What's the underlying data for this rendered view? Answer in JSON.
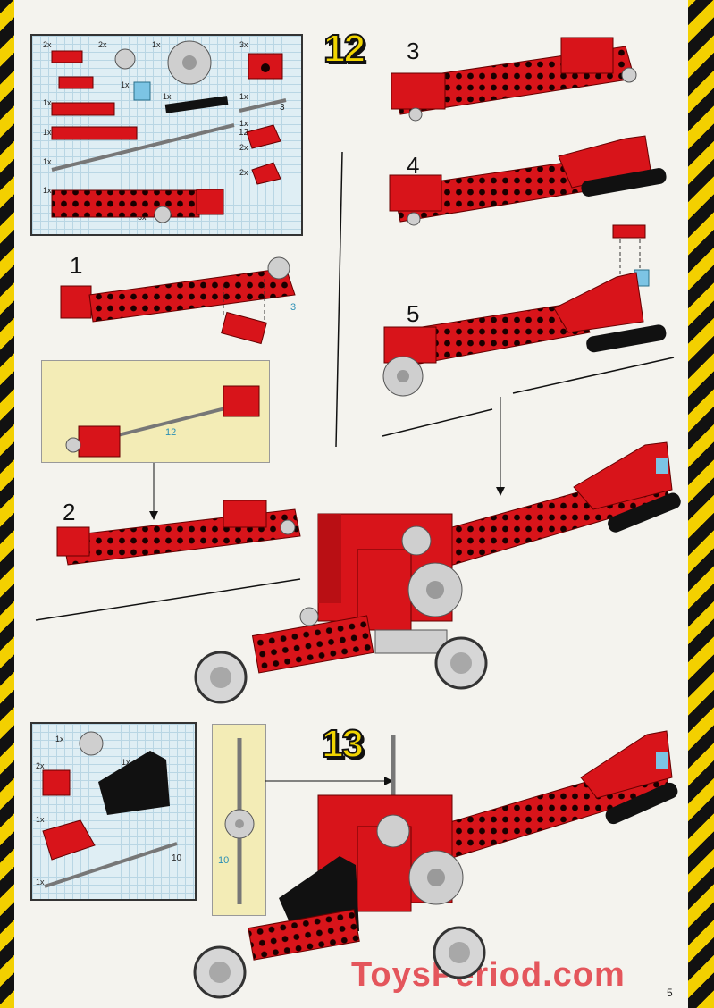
{
  "parts_box_12": {
    "items": [
      {
        "qty": "2x",
        "kind": "brick"
      },
      {
        "qty": "2x",
        "kind": "small-gear"
      },
      {
        "qty": "1x",
        "kind": "large-gear"
      },
      {
        "qty": "3x",
        "kind": "brick-with-hole"
      },
      {
        "qty": "1x",
        "kind": "round-piece"
      },
      {
        "qty": "1x",
        "kind": "beam-black"
      },
      {
        "qty": "1x",
        "kind": "beam"
      },
      {
        "qty": "1x",
        "kind": "axle-short"
      },
      {
        "qty": "1x",
        "kind": "beam-long"
      },
      {
        "qty": "1x",
        "kind": "axle-long"
      },
      {
        "qty": "1x",
        "kind": "slope"
      },
      {
        "qty": "1x",
        "kind": "beam-12"
      },
      {
        "qty": "2x",
        "kind": "slope-small"
      },
      {
        "qty": "1x",
        "kind": "brick-2x2"
      },
      {
        "qty": "3x",
        "kind": "bush"
      }
    ],
    "axle_lengths": {
      "short": "3",
      "long": "12"
    }
  },
  "big_step_12": "12",
  "big_step_13": "13",
  "substeps": {
    "s1": "1",
    "s2": "2",
    "s3": "3",
    "s4": "4",
    "s5": "5"
  },
  "callouts": {
    "axle_3": "3",
    "axle_12": "12",
    "axle_10": "10"
  },
  "parts_box_13": {
    "items": [
      {
        "qty": "1x",
        "kind": "gear"
      },
      {
        "qty": "1x",
        "kind": "seat-black"
      },
      {
        "qty": "2x",
        "kind": "brick"
      },
      {
        "qty": "1x",
        "kind": "slope"
      },
      {
        "qty": "1x",
        "kind": "axle"
      }
    ],
    "axle_length": "10"
  },
  "watermark": "ToysPeriod.com",
  "page_number": "5",
  "colors": {
    "brick_red": "#d8141a",
    "hazard_yellow": "#f3d000",
    "grid_blue": "#dfeef4"
  }
}
